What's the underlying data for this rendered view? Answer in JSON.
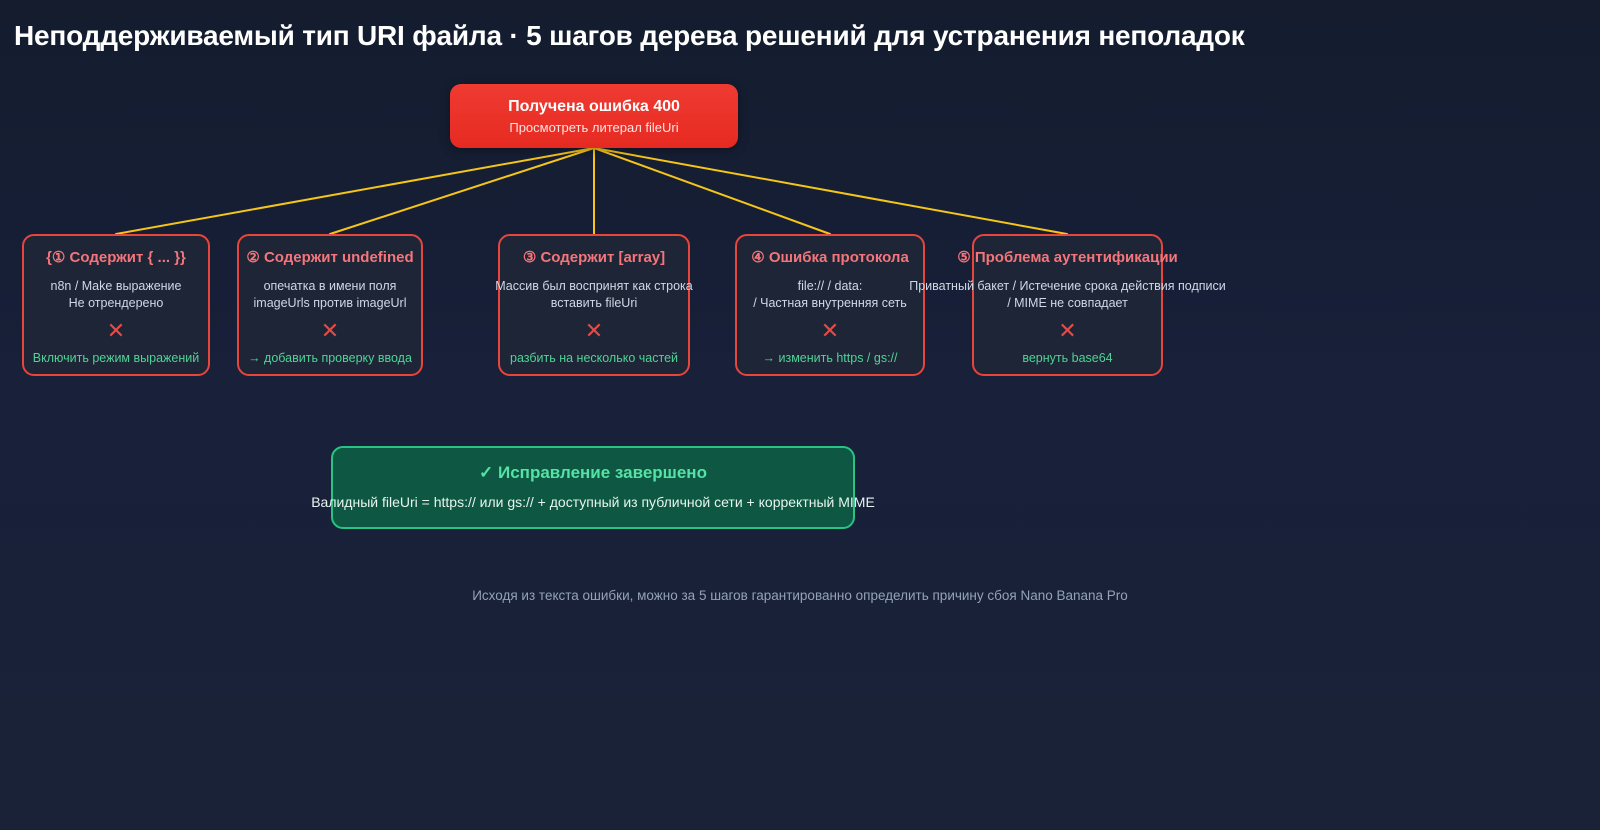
{
  "page": {
    "title": "Неподдерживаемый тип URI файла · 5 шагов дерева решений для устранения неполадок",
    "background_top": "#141c2e",
    "background_bottom": "#1a2238",
    "connector_color": "#f5c518"
  },
  "root": {
    "title": "Получена ошибка 400",
    "subtitle": "Просмотреть литерал fileUri",
    "color": "#e93228",
    "text_color": "#ffffff"
  },
  "steps": [
    {
      "id": "step-1",
      "title": "{① Содержит { ... }}",
      "body_line1": "n8n / Make выражение",
      "body_line2": "Не отрендерено",
      "mark": "✕",
      "fix": "Включить режим выражений",
      "border_color": "#e8453c",
      "title_color": "#f4757a",
      "fix_color": "#4fd396"
    },
    {
      "id": "step-2",
      "title": "② Содержит undefined",
      "body_line1": "опечатка в имени поля",
      "body_line2": "imageUrls против imageUrl",
      "mark": "✕",
      "fix": "→ добавить проверку ввода",
      "border_color": "#e8453c",
      "title_color": "#f4757a",
      "fix_color": "#4fd396"
    },
    {
      "id": "step-3",
      "title": "③ Содержит [array]",
      "body_line1": "Массив был воспринят как строка",
      "body_line2": "вставить fileUri",
      "mark": "✕",
      "fix": "разбить на несколько частей",
      "border_color": "#e8453c",
      "title_color": "#f4757a",
      "fix_color": "#4fd396"
    },
    {
      "id": "step-4",
      "title": "④ Ошибка протокола",
      "body_line1": "file:// / data:",
      "body_line2": "/ Частная внутренняя сеть",
      "mark": "✕",
      "fix": "→ изменить https / gs://",
      "border_color": "#e8453c",
      "title_color": "#f4757a",
      "fix_color": "#4fd396"
    },
    {
      "id": "step-5",
      "title": "⑤ Проблема аутентификации",
      "body_line1": "Приватный бакет / Истечение срока действия подписи",
      "body_line2": "/ MIME не совпадает",
      "mark": "✕",
      "fix": "вернуть base64",
      "border_color": "#e8453c",
      "title_color": "#f4757a",
      "fix_color": "#4fd396"
    }
  ],
  "success": {
    "title": "✓ Исправление завершено",
    "subtitle": "Валидный fileUri = https:// или gs:// + доступный из публичной сети + корректный MIME",
    "border_color": "#27c483",
    "background": "#0e5742",
    "title_color": "#55e3a5"
  },
  "footer": {
    "caption": "Исходя из текста ошибки, можно за 5 шагов гарантированно определить причину сбоя Nano Banana Pro",
    "color": "#93a2b8"
  }
}
